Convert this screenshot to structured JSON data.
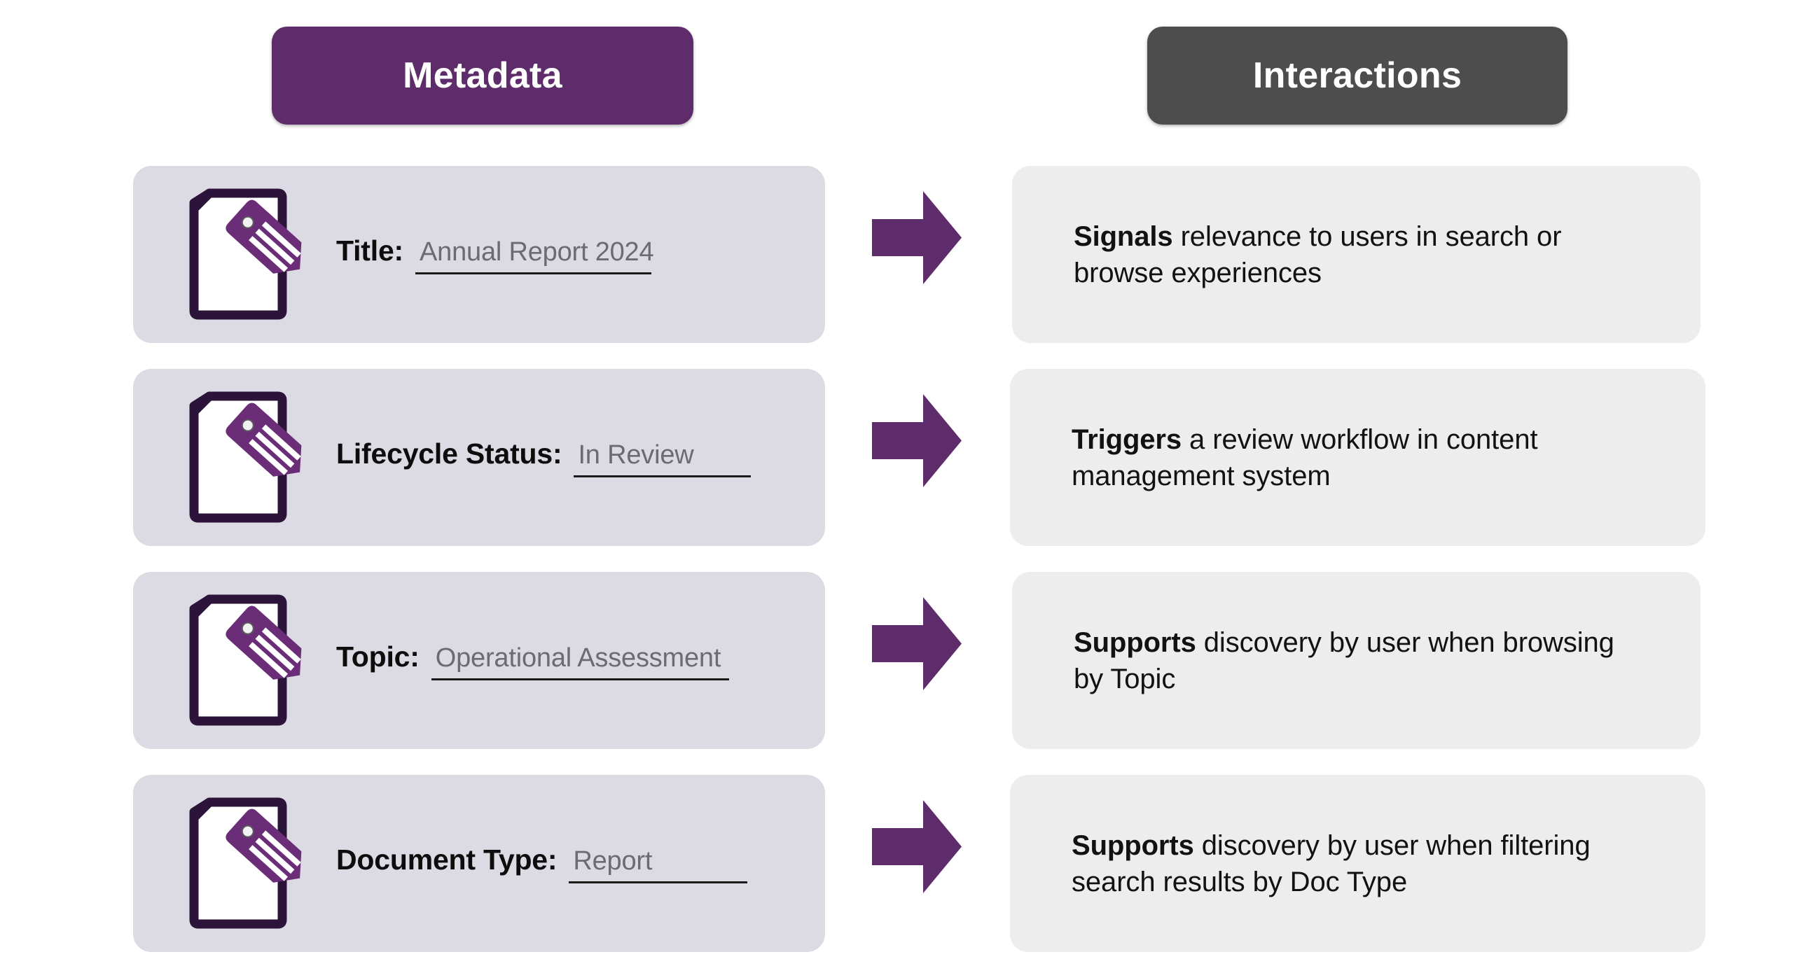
{
  "columns": {
    "metadata": {
      "label": "Metadata",
      "color": "#5F2C6B"
    },
    "interactions": {
      "label": "Interactions",
      "color": "#4D4D4D"
    }
  },
  "palette": {
    "metadata_header_bg": "#5F2C6B",
    "interactions_header_bg": "#4D4D4D",
    "metadata_card_bg": "#DCDAE3",
    "interactions_card_bg": "#EDEDED",
    "arrow_purple": "#5F2C6B",
    "doc_outline": "#2B133A",
    "tag_purple": "#6B2D77",
    "value_text": "#6B6B70",
    "label_text": "#0D0D0D",
    "page_bg": "#FFFFFF"
  },
  "icons": {
    "document_tag": "document-with-tag-icon",
    "arrow": "arrow-right-icon"
  },
  "rows": [
    {
      "icon": "document-with-tag-icon",
      "label": "Title:",
      "value": "Annual Report 2024",
      "arrow": "arrow-right-icon",
      "interaction_lead": "Signals",
      "interaction_rest": " relevance to users in search or browse experiences"
    },
    {
      "icon": "document-with-tag-icon",
      "label": "Lifecycle Status:",
      "value": "In Review",
      "arrow": "arrow-right-icon",
      "interaction_lead": "Triggers",
      "interaction_rest": " a review workflow in content management system"
    },
    {
      "icon": "document-with-tag-icon",
      "label": "Topic:",
      "value": "Operational Assessment",
      "arrow": "arrow-right-icon",
      "interaction_lead": "Supports",
      "interaction_rest": " discovery by user when browsing by Topic"
    },
    {
      "icon": "document-with-tag-icon",
      "label": "Document Type:",
      "value": "Report",
      "arrow": "arrow-right-icon",
      "interaction_lead": "Supports",
      "interaction_rest": " discovery by user when filtering search results by Doc Type"
    }
  ]
}
